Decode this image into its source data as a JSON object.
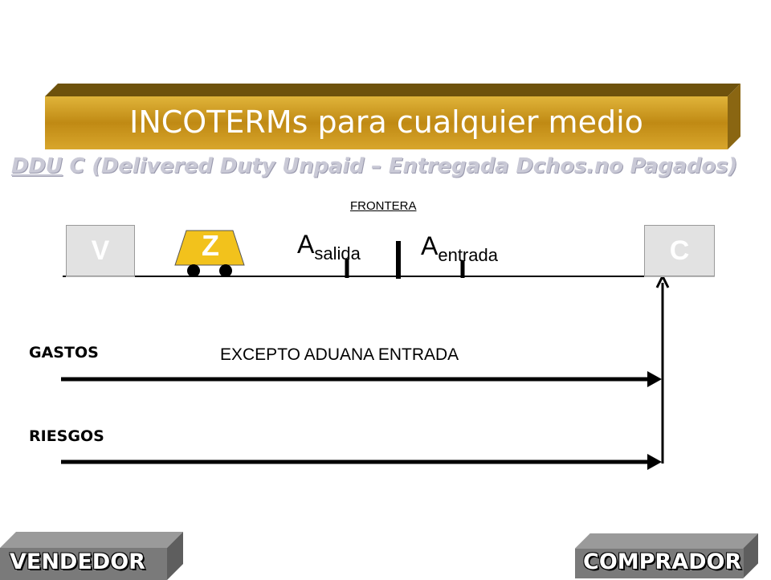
{
  "slide": {
    "title": "INCOTERMs para cualquier medio",
    "subtitle_acronym": "DDU",
    "subtitle_rest": " C (Delivered Duty Unpaid – Entregada Dchos.no Pagados)"
  },
  "diagram": {
    "border_label": "FRONTERA",
    "vendor_box": "V",
    "buyer_box": "C",
    "cart_label": "Z",
    "customs_exit_main": "A",
    "customs_exit_sub": "salida",
    "customs_entry_main": "A",
    "customs_entry_sub": "entrada",
    "costs_label": "GASTOS",
    "costs_note": "EXCEPTO ADUANA ENTRADA",
    "risks_label": "RIESGOS"
  },
  "footer": {
    "seller": "VENDEDOR",
    "buyer": "COMPRADOR"
  },
  "colors": {
    "banner_gold": "#c89a20",
    "banner_dark": "#7a5b10",
    "subtitle_gray": "#c9c9d6",
    "box_gray": "#e2e2e2",
    "cart_gold": "#f0c020"
  }
}
